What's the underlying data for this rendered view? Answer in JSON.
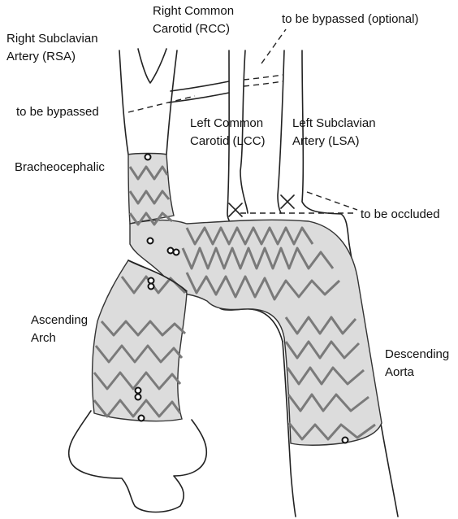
{
  "labels": {
    "rsa_line1": "Right Subclavian",
    "rsa_line2": "Artery (RSA)",
    "rcc_line1": "Right Common",
    "rcc_line2": "Carotid (RCC)",
    "bypass_optional": "to be bypassed (optional)",
    "bypassed": "to be bypassed",
    "lcc_line1": "Left Common",
    "lcc_line2": "Carotid (LCC)",
    "lsa_line1": "Left Subclavian",
    "lsa_line2": "Artery (LSA)",
    "bracheocephalic": "Bracheocephalic",
    "occluded": "to be occluded",
    "ascending_line1": "Ascending",
    "ascending_line2": "Arch",
    "descending_line1": "Descending",
    "descending_line2": "Aorta"
  }
}
